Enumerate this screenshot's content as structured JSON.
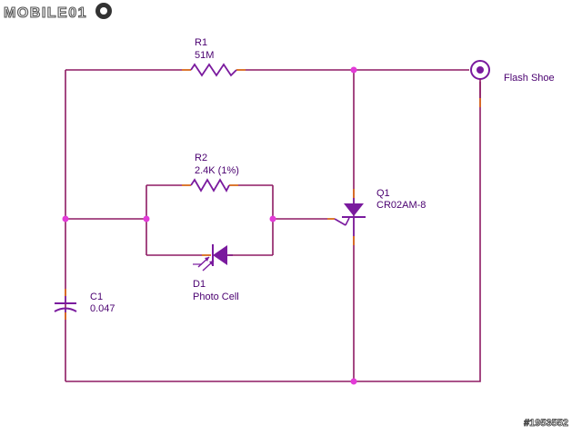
{
  "watermark": {
    "logo_text": "MOBILE01",
    "post_id": "#1953552"
  },
  "colors": {
    "wire": "#8e1a63",
    "component": "#7a1a9e",
    "node": "#e33bd8",
    "pin": "#d96a1a",
    "text": "#4a0070"
  },
  "components": {
    "r1": {
      "ref": "R1",
      "value": "51M"
    },
    "r2": {
      "ref": "R2",
      "value": "2.4K (1%)"
    },
    "d1": {
      "ref": "D1",
      "value": "Photo Cell"
    },
    "c1": {
      "ref": "C1",
      "value": "0.047"
    },
    "q1": {
      "ref": "Q1",
      "value": "CR02AM-8"
    }
  },
  "connector": {
    "label": "Flash Shoe"
  }
}
